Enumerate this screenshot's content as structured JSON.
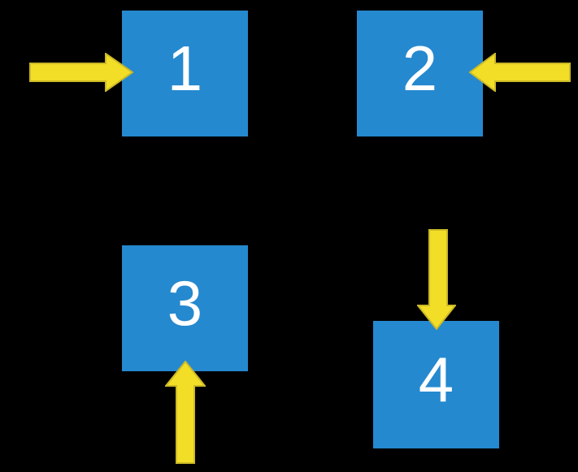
{
  "colors": {
    "background": "#000000",
    "square": "#2589CF",
    "arrow": "#F2DE26",
    "arrow_outline": "#CBB928",
    "number": "#FFFFFF"
  },
  "squares": [
    {
      "label": "1"
    },
    {
      "label": "2"
    },
    {
      "label": "3"
    },
    {
      "label": "4"
    }
  ],
  "arrows": [
    {
      "direction": "right",
      "points_to": "1",
      "side": "left-of-square"
    },
    {
      "direction": "left",
      "points_to": "2",
      "side": "right-of-square"
    },
    {
      "direction": "up",
      "points_to": "3",
      "side": "below-square"
    },
    {
      "direction": "down",
      "points_to": "4",
      "side": "above-square"
    }
  ]
}
